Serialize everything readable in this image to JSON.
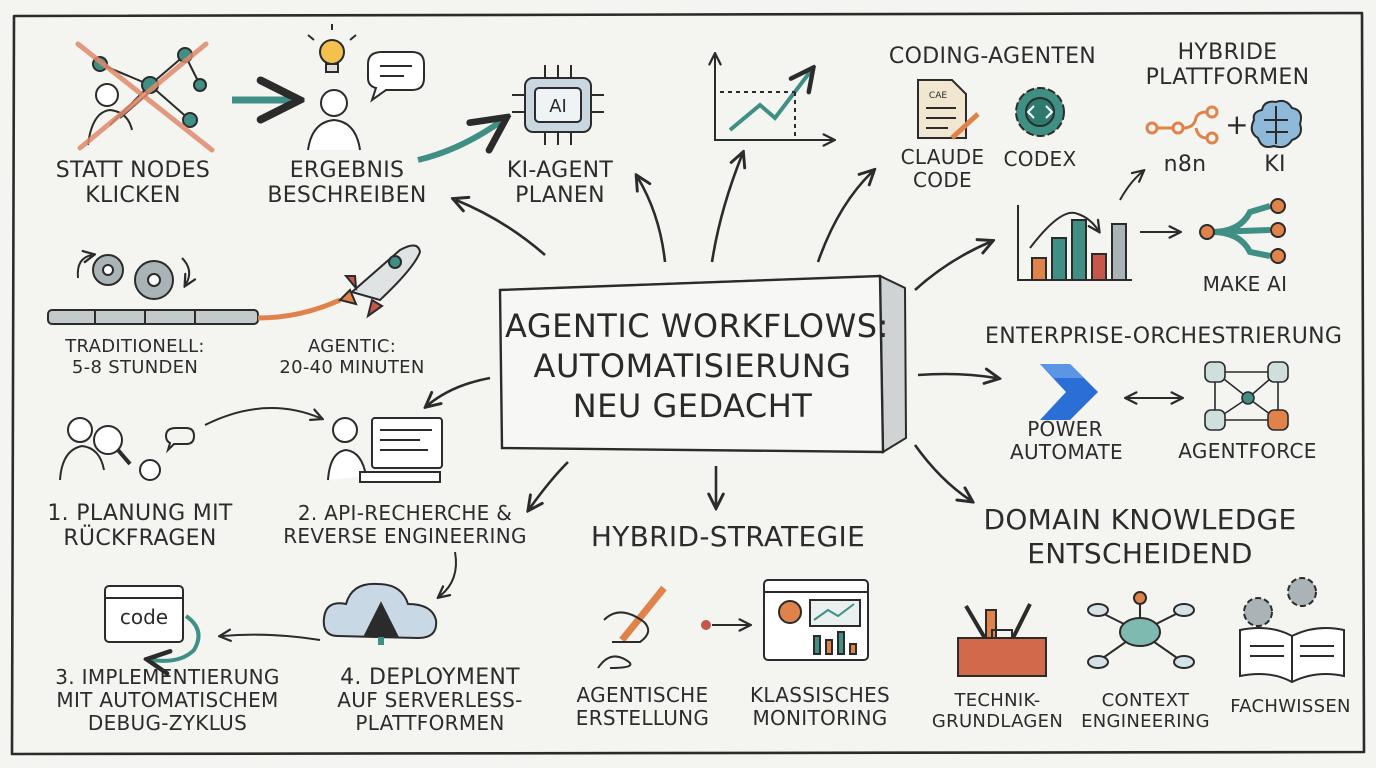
{
  "center": {
    "title": [
      "AGENTIC WORKFLOWS:",
      "AUTOMATISIERUNG",
      "NEU GEDACHT"
    ]
  },
  "top": {
    "statt_nodes": [
      "STATT NODES",
      "KLICKEN"
    ],
    "ergebnis": [
      "ERGEBNIS",
      "BESCHREIBEN"
    ],
    "ki_agent": [
      "KI-AGENT",
      "PLANEN"
    ],
    "ai_chip": "AI"
  },
  "speed": {
    "traditionell": [
      "TRADITIONELL:",
      "5-8 STUNDEN"
    ],
    "agentic": [
      "AGENTIC:",
      "20-40 MINUTEN"
    ]
  },
  "steps": {
    "s1": [
      "1. PLANUNG MIT",
      "RÜCKFRAGEN"
    ],
    "s2": [
      "2. API-RECHERCHE &",
      "REVERSE ENGINEERING"
    ],
    "s3": [
      "3. IMPLEMENTIERUNG",
      "MIT AUTOMATISCHEM",
      "DEBUG-ZYKLUS"
    ],
    "s4": [
      "4. DEPLOYMENT",
      "AUF SERVERLESS-",
      "PLATTFORMEN"
    ],
    "code_label": "code"
  },
  "hybrid_strategie": {
    "title": "HYBRID-STRATEGIE",
    "agentische": [
      "AGENTISCHE",
      "ERSTELLUNG"
    ],
    "klassisches": [
      "KLASSISCHES",
      "MONITORING"
    ]
  },
  "coding_agents": {
    "title": "CODING-AGENTEN",
    "claude": [
      "CLAUDE",
      "CODE"
    ],
    "codex": "CODEX",
    "doc_text": "CAE"
  },
  "hybride_plattformen": {
    "title": [
      "HYBRIDE",
      "PLATTFORMEN"
    ],
    "n8n": "n8n",
    "plus": "+",
    "ki": "KI",
    "make": "MAKE AI"
  },
  "enterprise": {
    "title": "ENTERPRISE-ORCHESTRIERUNG",
    "power": [
      "POWER",
      "AUTOMATE"
    ],
    "agentforce": "AGENTFORCE"
  },
  "domain": {
    "title": [
      "DOMAIN KNOWLEDGE",
      "ENTSCHEIDEND"
    ],
    "technik": [
      "TECHNIK-",
      "GRUNDLAGEN"
    ],
    "context": [
      "CONTEXT",
      "ENGINEERING"
    ],
    "fachwissen": "FACHWISSEN"
  },
  "colors": {
    "teal": "#3f8f84",
    "orange": "#e0834a",
    "red": "#c9564a",
    "blue": "#2b6fd6",
    "ink": "#2b2b2b",
    "paper": "#f4f4f1"
  }
}
